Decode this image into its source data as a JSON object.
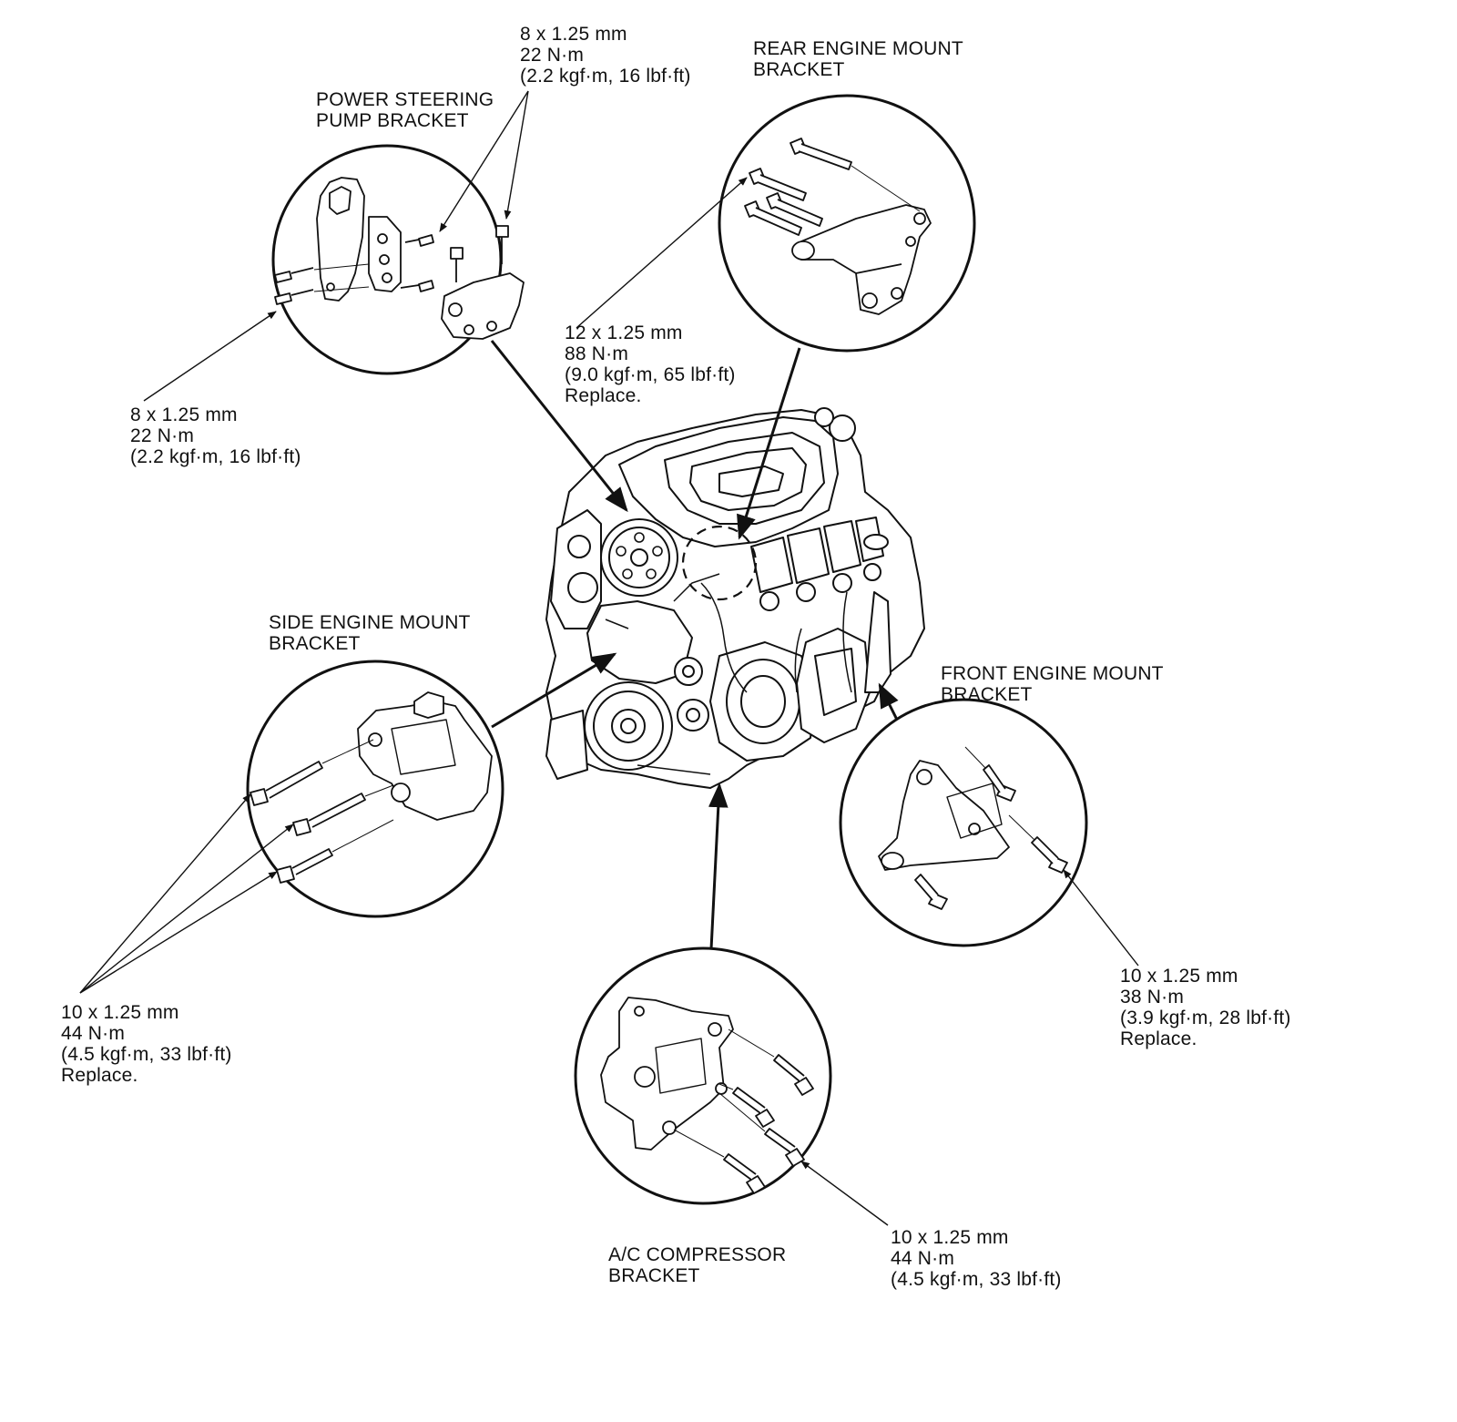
{
  "colors": {
    "ink": "#111111",
    "background": "#ffffff"
  },
  "labels": {
    "power_steering": [
      "POWER STEERING",
      "PUMP BRACKET"
    ],
    "rear_mount": [
      "REAR ENGINE MOUNT",
      "BRACKET"
    ],
    "side_mount": [
      "SIDE ENGINE MOUNT",
      "BRACKET"
    ],
    "front_mount": [
      "FRONT ENGINE MOUNT",
      "BRACKET"
    ],
    "ac_compressor": [
      "A/C COMPRESSOR",
      "BRACKET"
    ]
  },
  "specs": {
    "ps_top": [
      "8 x 1.25 mm",
      "22 N·m",
      "(2.2 kgf·m, 16 lbf·ft)"
    ],
    "ps_left": [
      "8 x 1.25 mm",
      "22 N·m",
      "(2.2 kgf·m, 16 lbf·ft)"
    ],
    "rear": [
      "12 x 1.25 mm",
      "88 N·m",
      "(9.0 kgf·m, 65 lbf·ft)",
      "Replace."
    ],
    "side": [
      "10 x 1.25 mm",
      "44 N·m",
      "(4.5 kgf·m, 33 lbf·ft)",
      "Replace."
    ],
    "front": [
      "10 x 1.25 mm",
      "38 N·m",
      "(3.9 kgf·m, 28 lbf·ft)",
      "Replace."
    ],
    "ac": [
      "10 x 1.25 mm",
      "44 N·m",
      "(4.5 kgf·m, 33 lbf·ft)"
    ]
  }
}
